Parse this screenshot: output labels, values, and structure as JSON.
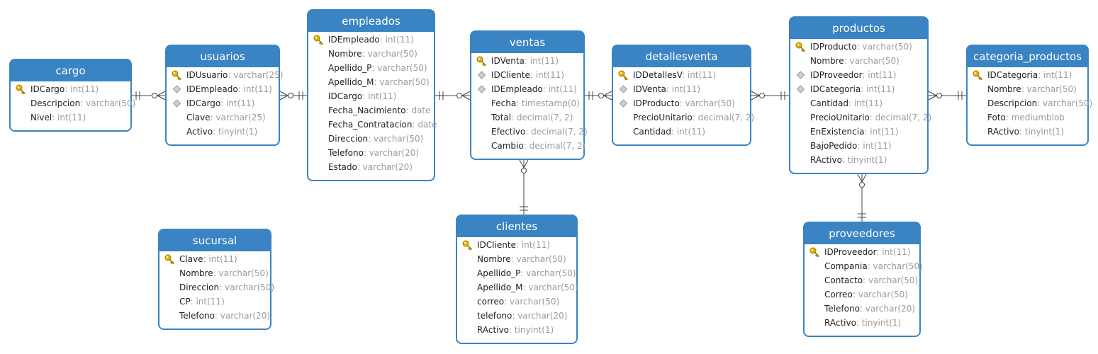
{
  "colors": {
    "entity_border": "#3a84c3",
    "header_bg": "#3a84c3",
    "header_text": "#ffffff",
    "field_name": "#222222",
    "field_type": "#9a9a9a",
    "connector": "#444444",
    "key": "#e8b400",
    "index": "#b8b8b8"
  },
  "entities": [
    {
      "id": "cargo",
      "name": "cargo",
      "fields": [
        {
          "name": "IDCargo",
          "type": "int(11)",
          "icon": "key-icon"
        },
        {
          "name": "Descripcion",
          "type": "varchar(50)",
          "icon": "none"
        },
        {
          "name": "Nivel",
          "type": "int(11)",
          "icon": "none"
        }
      ]
    },
    {
      "id": "usuarios",
      "name": "usuarios",
      "fields": [
        {
          "name": "IDUsuario",
          "type": "varchar(25)",
          "icon": "key-icon"
        },
        {
          "name": "IDEmpleado",
          "type": "int(11)",
          "icon": "index-icon"
        },
        {
          "name": "IDCargo",
          "type": "int(11)",
          "icon": "index-icon"
        },
        {
          "name": "Clave",
          "type": "varchar(25)",
          "icon": "none"
        },
        {
          "name": "Activo",
          "type": "tinyint(1)",
          "icon": "none"
        }
      ]
    },
    {
      "id": "empleados",
      "name": "empleados",
      "fields": [
        {
          "name": "IDEmpleado",
          "type": "int(11)",
          "icon": "key-icon"
        },
        {
          "name": "Nombre",
          "type": "varchar(50)",
          "icon": "none"
        },
        {
          "name": "Apellido_P",
          "type": "varchar(50)",
          "icon": "none"
        },
        {
          "name": "Apellido_M",
          "type": "varchar(50)",
          "icon": "none"
        },
        {
          "name": "IDCargo",
          "type": "int(11)",
          "icon": "none"
        },
        {
          "name": "Fecha_Nacimiento",
          "type": "date",
          "icon": "none"
        },
        {
          "name": "Fecha_Contratacion",
          "type": "date",
          "icon": "none"
        },
        {
          "name": "Direccion",
          "type": "varchar(50)",
          "icon": "none"
        },
        {
          "name": "Telefono",
          "type": "varchar(20)",
          "icon": "none"
        },
        {
          "name": "Estado",
          "type": "varchar(20)",
          "icon": "none"
        }
      ]
    },
    {
      "id": "ventas",
      "name": "ventas",
      "fields": [
        {
          "name": "IDVenta",
          "type": "int(11)",
          "icon": "key-icon"
        },
        {
          "name": "IDCliente",
          "type": "int(11)",
          "icon": "index-icon"
        },
        {
          "name": "IDEmpleado",
          "type": "int(11)",
          "icon": "index-icon"
        },
        {
          "name": "Fecha",
          "type": "timestamp(0)",
          "icon": "none"
        },
        {
          "name": "Total",
          "type": "decimal(7, 2)",
          "icon": "none"
        },
        {
          "name": "Efectivo",
          "type": "decimal(7, 2)",
          "icon": "none"
        },
        {
          "name": "Cambio",
          "type": "decimal(7, 2)",
          "icon": "none"
        }
      ]
    },
    {
      "id": "detallesventa",
      "name": "detallesventa",
      "fields": [
        {
          "name": "IDDetallesV",
          "type": "int(11)",
          "icon": "key-icon"
        },
        {
          "name": "IDVenta",
          "type": "int(11)",
          "icon": "index-icon"
        },
        {
          "name": "IDProducto",
          "type": "varchar(50)",
          "icon": "index-icon"
        },
        {
          "name": "PrecioUnitario",
          "type": "decimal(7, 2)",
          "icon": "none"
        },
        {
          "name": "Cantidad",
          "type": "int(11)",
          "icon": "none"
        }
      ]
    },
    {
      "id": "productos",
      "name": "productos",
      "fields": [
        {
          "name": "IDProducto",
          "type": "varchar(50)",
          "icon": "key-icon"
        },
        {
          "name": "Nombre",
          "type": "varchar(50)",
          "icon": "none"
        },
        {
          "name": "IDProveedor",
          "type": "int(11)",
          "icon": "index-icon"
        },
        {
          "name": "IDCategoria",
          "type": "int(11)",
          "icon": "index-icon"
        },
        {
          "name": "Cantidad",
          "type": "int(11)",
          "icon": "none"
        },
        {
          "name": "PrecioUnitario",
          "type": "decimal(7, 2)",
          "icon": "none"
        },
        {
          "name": "EnExistencia",
          "type": "int(11)",
          "icon": "none"
        },
        {
          "name": "BajoPedido",
          "type": "int(11)",
          "icon": "none"
        },
        {
          "name": "RActivo",
          "type": "tinyint(1)",
          "icon": "none"
        }
      ]
    },
    {
      "id": "categoria_productos",
      "name": "categoria_productos",
      "fields": [
        {
          "name": "IDCategoria",
          "type": "int(11)",
          "icon": "key-icon"
        },
        {
          "name": "Nombre",
          "type": "varchar(50)",
          "icon": "none"
        },
        {
          "name": "Descripcion",
          "type": "varchar(50)",
          "icon": "none"
        },
        {
          "name": "Foto",
          "type": "mediumblob",
          "icon": "none"
        },
        {
          "name": "RActivo",
          "type": "tinyint(1)",
          "icon": "none"
        }
      ]
    },
    {
      "id": "sucursal",
      "name": "sucursal",
      "fields": [
        {
          "name": "Clave",
          "type": "int(11)",
          "icon": "key-icon"
        },
        {
          "name": "Nombre",
          "type": "varchar(50)",
          "icon": "none"
        },
        {
          "name": "Direccion",
          "type": "varchar(50)",
          "icon": "none"
        },
        {
          "name": "CP",
          "type": "int(11)",
          "icon": "none"
        },
        {
          "name": "Telefono",
          "type": "varchar(20)",
          "icon": "none"
        }
      ]
    },
    {
      "id": "clientes",
      "name": "clientes",
      "fields": [
        {
          "name": "IDCliente",
          "type": "int(11)",
          "icon": "key-icon"
        },
        {
          "name": "Nombre",
          "type": "varchar(50)",
          "icon": "none"
        },
        {
          "name": "Apellido_P",
          "type": "varchar(50)",
          "icon": "none"
        },
        {
          "name": "Apellido_M",
          "type": "varchar(50)",
          "icon": "none"
        },
        {
          "name": "correo",
          "type": "varchar(50)",
          "icon": "none"
        },
        {
          "name": "telefono",
          "type": "varchar(20)",
          "icon": "none"
        },
        {
          "name": "RActivo",
          "type": "tinyint(1)",
          "icon": "none"
        }
      ]
    },
    {
      "id": "proveedores",
      "name": "proveedores",
      "fields": [
        {
          "name": "IDProveedor",
          "type": "int(11)",
          "icon": "key-icon"
        },
        {
          "name": "Compania",
          "type": "varchar(50)",
          "icon": "none"
        },
        {
          "name": "Contacto",
          "type": "varchar(50)",
          "icon": "none"
        },
        {
          "name": "Correo",
          "type": "varchar(50)",
          "icon": "none"
        },
        {
          "name": "Telefono",
          "type": "varchar(20)",
          "icon": "none"
        },
        {
          "name": "RActivo",
          "type": "tinyint(1)",
          "icon": "none"
        }
      ]
    }
  ],
  "relationships": [
    {
      "one": "cargo",
      "many": "usuarios"
    },
    {
      "one": "empleados",
      "many": "usuarios"
    },
    {
      "one": "empleados",
      "many": "ventas"
    },
    {
      "one": "ventas",
      "many": "detallesventa"
    },
    {
      "one": "productos",
      "many": "detallesventa"
    },
    {
      "one": "categoria_productos",
      "many": "productos"
    },
    {
      "one": "clientes",
      "many": "ventas"
    },
    {
      "one": "proveedores",
      "many": "productos"
    }
  ]
}
